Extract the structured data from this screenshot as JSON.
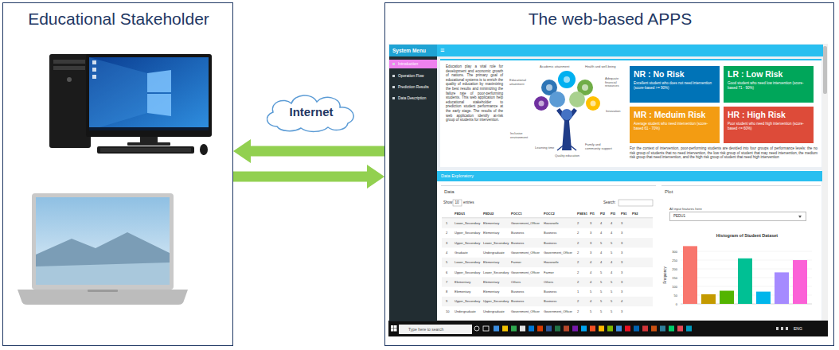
{
  "diagram": {
    "nodes": [
      {
        "text": [
          "Educational Stakeholder"
        ]
      },
      {
        "text": [
          "Internet"
        ]
      },
      {
        "text": [
          "The web-based APPS"
        ]
      },
      {
        "text": [
          "System Menu"
        ],
        "in": 2
      },
      {
        "text": [
          "Introduction"
        ],
        "in": 3
      },
      {
        "text": [
          "Operation Flow"
        ],
        "in": 3
      },
      {
        "text": [
          "Prediction Results"
        ],
        "in": 3
      },
      {
        "text": [
          "Data Description"
        ],
        "in": 3
      },
      {
        "text": [
          "≡"
        ],
        "in": 2
      },
      {
        "text": [
          "Education play a vital role for development and economic growth of nations. The primary goal of educational systems is to enrich the quality of education by maximizing the best results and minimizing the failure rate of poor-performing students. This web application help educational stakeholder to prediction student performance at the early stage. The results of the web application identify at-risk group of students for intervention.",
          "For the context of intervention, poor-performing students are devided into four groups of performance levels: the no risk group of students that no need intervention, the low risk group of student that may need intervention, the medium risk group that need intervention, and the high risk group of student that need high intervention"
        ],
        "in": 2
      },
      {
        "text": [
          "NR : No Risk",
          "Excellent student who does not need intervention (score-based >= 90%)"
        ],
        "in": 9
      },
      {
        "text": [
          "LR : Low Risk",
          "Good student who need low intervention (score-based 71 - 90%)"
        ],
        "in": 9
      },
      {
        "text": [
          "MR : Meduim Risk",
          "Average student who need intervention (score-based 61 - 70%)"
        ],
        "in": 9
      },
      {
        "text": [
          "HR : High Risk",
          "Poor student who need high intervention (score-based <= 60%)"
        ],
        "in": 9
      },
      {
        "text": [
          "Data Exploratory"
        ],
        "in": 2
      },
      {
        "text": [
          "Data"
        ],
        "in": 14
      },
      {
        "text": [
          "Plot",
          "All input features here"
        ],
        "in": 14
      },
      {
        "text": [
          "PEDU1"
        ],
        "in": 16
      },
      {
        "text": [
          "Type here to search",
          "ENG"
        ],
        "in": 2
      }
    ],
    "edges": [
      {
        "from": 2,
        "to": 0,
        "arrow": "to"
      },
      {
        "from": 0,
        "to": 2,
        "arrow": "to"
      }
    ],
    "labels": [
      "Academic attainment",
      "Health and well-being",
      "Educational attainment",
      "Adequate financial resources",
      "Innovation",
      "Inclusive environment",
      "Learning time",
      "Family and community support",
      "Quality education",
      "Show",
      "10",
      "entries",
      "Search:",
      "PEDU1",
      "PEDU2",
      "POCC1",
      "POCC2",
      "PSES1",
      "PI1",
      "PI2",
      "PI3",
      "PS1",
      "PS2",
      "1",
      "Lower_Secondary",
      "Elementary",
      "Government_Officer",
      "Housewife",
      "2",
      "3",
      "4",
      "4",
      "3",
      "2",
      "Upper_Secondary",
      "Elementary",
      "Business",
      "Business",
      "2",
      "3",
      "4",
      "4",
      "3",
      "3",
      "Upper_Secondary",
      "Lower_Secondary",
      "Business",
      "Business",
      "2",
      "3",
      "5",
      "5",
      "3",
      "4",
      "Graduate",
      "Undergraduate",
      "Government_Officer",
      "Government_Officer",
      "2",
      "3",
      "4",
      "5",
      "3",
      "5",
      "Lower_Secondary",
      "Elementary",
      "Farmer",
      "Housewife",
      "2",
      "4",
      "4",
      "4",
      "3",
      "6",
      "Upper_Secondary",
      "Lower_Secondary",
      "Government_Officer",
      "Farmer",
      "2",
      "4",
      "5",
      "4",
      "3",
      "7",
      "Elementary",
      "Elementary",
      "Others",
      "Others",
      "2",
      "4",
      "5",
      "5",
      "3",
      "8",
      "Elementary",
      "Elementary",
      "Business",
      "Business",
      "1",
      "5",
      "5",
      "5",
      "3",
      "9",
      "Upper_Secondary",
      "Upper_Secondary",
      "Business",
      "Business",
      "2",
      "4",
      "5",
      "5",
      "4",
      "10",
      "Undergraduate",
      "Undergraduate",
      "Government_Officer",
      "Government_Officer",
      "2",
      "5",
      "5",
      "5",
      "3",
      "Histogram of Student Dataset",
      "Frequency",
      "0",
      "50",
      "100",
      "150",
      "200",
      "250",
      "300"
    ]
  }
}
